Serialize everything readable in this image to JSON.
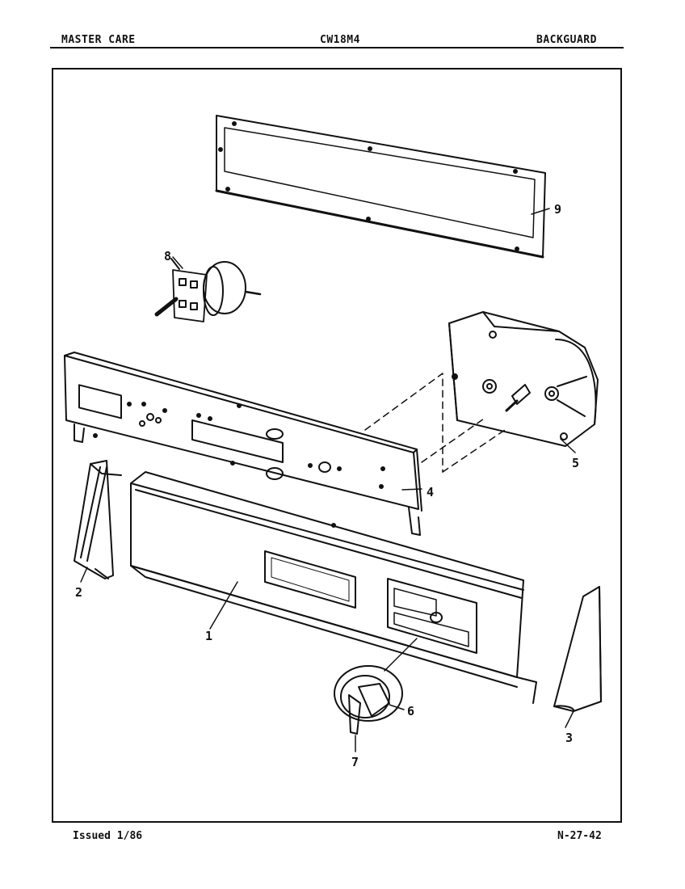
{
  "header": {
    "left": "MASTER CARE",
    "center": "CW18M4",
    "right": "BACKGUARD"
  },
  "footer": {
    "issued": "Issued 1/86",
    "page_code": "N-27-42"
  },
  "callouts": {
    "c1": "1",
    "c2": "2",
    "c3": "3",
    "c4": "4",
    "c5": "5",
    "c6": "6",
    "c7": "7",
    "c8": "8",
    "c9": "9"
  }
}
